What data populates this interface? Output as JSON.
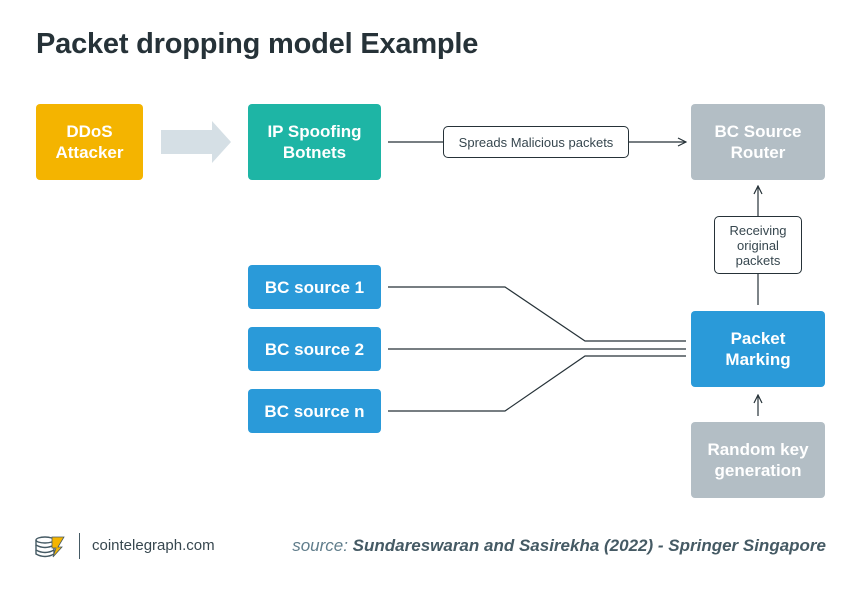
{
  "title": "Packet dropping model Example",
  "colors": {
    "yellow": "#F4B400",
    "teal": "#1EB5A5",
    "blue": "#2A9AD9",
    "gray": "#B3BEC5",
    "arrow_block": "#D5DFE5",
    "line": "#263238"
  },
  "nodes": {
    "ddos_attacker": "DDoS\nAttacker",
    "ip_spoofing": "IP Spoofing\nBotnets",
    "bc_source_router": "BC Source\nRouter",
    "bc_source_1": "BC source 1",
    "bc_source_2": "BC source 2",
    "bc_source_n": "BC source n",
    "packet_marking": "Packet\nMarking",
    "random_key": "Random key\ngeneration"
  },
  "edge_labels": {
    "spreads": "Spreads Malicious packets",
    "receiving": "Receiving\noriginal\npackets"
  },
  "footer": {
    "site": "cointelegraph.com",
    "source_label": "source:",
    "source_ref": "Sundareswaran and Sasirekha (2022) - Springer Singapore"
  }
}
